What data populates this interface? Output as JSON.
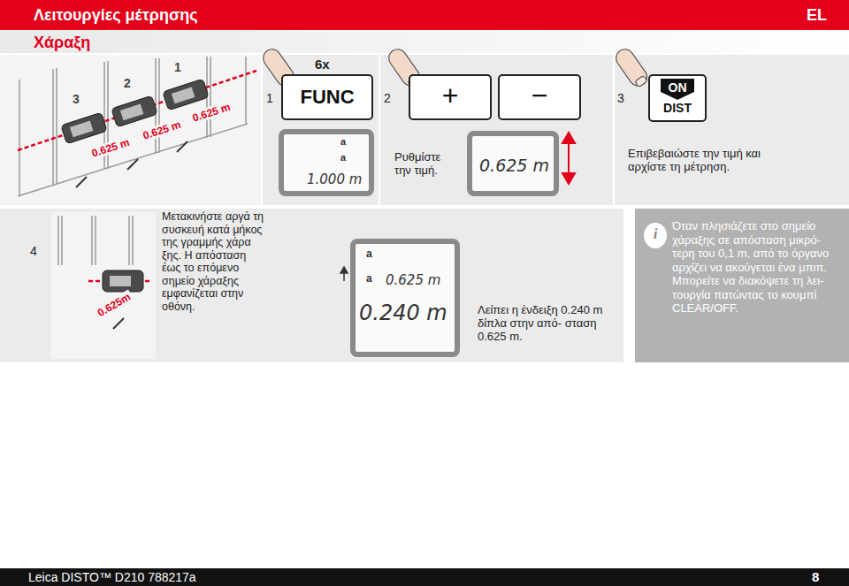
{
  "diagram": {
    "title": "Λειτουργίες μέτρησης",
    "nodes": [
      {
        "text": [
          "Λειτουργίες μέτρησης",
          "EL"
        ]
      },
      {
        "text": [
          "FUNC"
        ]
      },
      {
        "text": [
          "a",
          "a",
          "1.000 m"
        ]
      },
      {
        "text": [
          "+"
        ]
      },
      {
        "text": [
          "−"
        ]
      },
      {
        "text": [
          "0.625 m"
        ]
      },
      {
        "text": [
          "ON",
          "DIST"
        ]
      },
      {
        "text": [
          "a",
          "a",
          "0.625 m",
          "0.240 m"
        ]
      },
      {
        "text": [
          "Όταν πλησιάζετε στο σημείο χάραξης σε απόσταση μικρό- τερη του 0,1 m, από το όργανο αρχίζει να ακούγεται ένα μπιπ. Μπορείτε να διακόψετε τη λει- τουργία πατώντας το κουμπί CLEAR/OFF."
        ]
      },
      {
        "text": [
          "i"
        ],
        "in": 8
      },
      {
        "text": [
          "Leica DISTO™ D210 788217a",
          "8"
        ]
      }
    ],
    "labels": [
      "Χάραξη",
      "3",
      "2",
      "1",
      "0.625 m",
      "0.625 m",
      "0.625 m",
      "1",
      "6x",
      "Ρυθμίστε την τιμή.",
      "2",
      "3",
      "Επιβεβαιώστε την τιμή και αρχίστε τη μέτρηση.",
      "4",
      "0.625m",
      "Μετακινήστε αργά τη συσκευή κατά μήκος της γραμμής χάρα ξης. Η απόσταση έως το επόμενο σημείο χάραξης εμφανίζεται στην οθόνη.",
      "Λείπει η ένδειξη 0.240 m δίπλα στην από- σταση 0.625 m."
    ]
  }
}
